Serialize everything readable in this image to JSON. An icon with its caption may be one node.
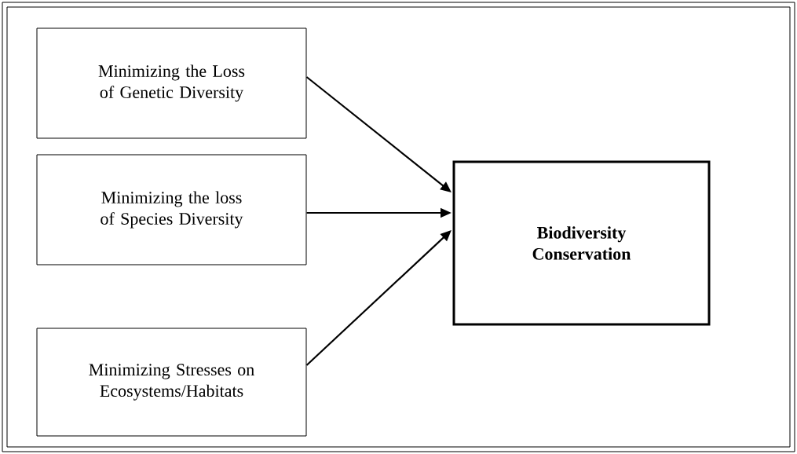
{
  "diagram": {
    "nodes": [
      {
        "text": [
          "Minimizing the Loss of Genetic Diversity"
        ]
      },
      {
        "text": [
          "Minimizing the loss of Species Diversity"
        ]
      },
      {
        "text": [
          "Minimizing Stresses on Ecosystems/Habitats"
        ]
      },
      {
        "text": [
          "Biodiversity Conservation"
        ]
      }
    ],
    "edges": [
      {
        "from": 0,
        "to": 3,
        "arrow": "to"
      },
      {
        "from": 1,
        "to": 3,
        "arrow": "to"
      },
      {
        "from": 2,
        "to": 3,
        "arrow": "to"
      }
    ]
  }
}
